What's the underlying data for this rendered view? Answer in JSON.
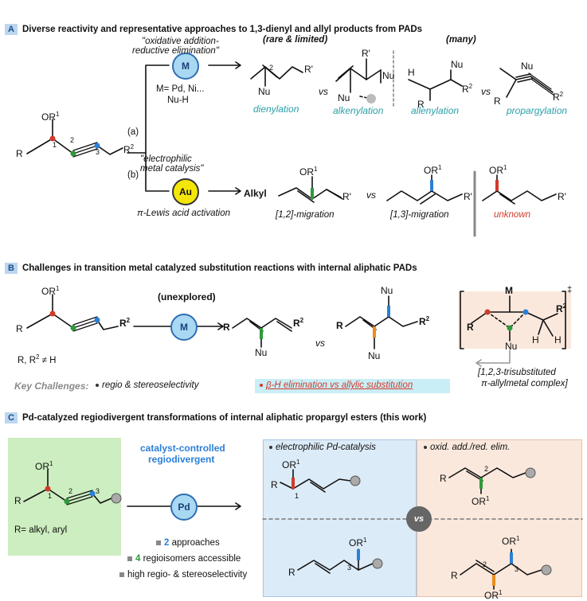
{
  "sectionA": {
    "letter": "A",
    "title": "Diverse reactivity and representative approaches to 1,3-dienyl and allyl products from PADs",
    "quote_a": "\"oxidative addition-reductive elimination\"",
    "quote_a1": "\"oxidative addition-",
    "quote_a2": "reductive elimination\"",
    "catalyst_m": "M",
    "m_def": "M= Pd, Ni...",
    "nu_h": "Nu-H",
    "path_a": "(a)",
    "path_b": "(b)",
    "rare": "(rare & limited)",
    "many": "(many)",
    "dienylation": "dienylation",
    "alkenylation": "alkenylation",
    "allenylation": "allenylation",
    "propargylation": "propargylation",
    "vs": "vs",
    "quote_b1": "\"electrophilic",
    "quote_b2": "metal catalysis\"",
    "catalyst_au": "Au",
    "lewis": "π-Lewis acid activation",
    "alkyl": "Alkyl",
    "mig12": "[1,2]-migration",
    "mig13": "[1,3]-migration",
    "unknown": "unknown",
    "or1": "OR",
    "sup1": "1",
    "R": "R",
    "R2": "R",
    "sup2": "2",
    "Rp": "R'",
    "Nu": "Nu",
    "H": "H",
    "n1": "1",
    "n2": "2",
    "n3": "3"
  },
  "sectionB": {
    "letter": "B",
    "title": "Challenges in transition metal catalyzed substitution reactions with internal aliphatic PADs",
    "unexplored": "(unexplored)",
    "catalyst_m": "M",
    "cond": "R, R",
    "cond2": " ≠ H",
    "key": "Key Challenges:",
    "regio": "regio & stereoselectivity",
    "beta": "β-H elimination vs allylic substitution",
    "complex1": "[1,2,3-trisubstituted",
    "complex2": "π-allylmetal complex]",
    "dagger": "‡"
  },
  "sectionC": {
    "letter": "C",
    "title": "Pd-catalyzed regiodivergent transformations of internal aliphatic propargyl esters (this work)",
    "catalyst_pd": "Pd",
    "ctrl1": "catalyst-controlled",
    "ctrl2": "regiodivergent",
    "r_def": "R= alkyl, aryl",
    "approaches_n": "2",
    "approaches": " approaches",
    "regio_n": "4",
    "regio_txt": " regioisomers accessible",
    "high": "high regio- & stereoselectivity",
    "electro": "electrophilic Pd-catalysis",
    "oxid": "oxid. add./red. elim.",
    "vs": "vs"
  },
  "colors": {
    "red_atom": "#d23a2a",
    "green_atom": "#2e9a3a",
    "blue_atom": "#2b7fd6",
    "orange_atom": "#f08a1c",
    "teal": "#2aa0a8",
    "c_box_left": "#dcebf8",
    "c_box_right": "#fbe8dc",
    "c_box_start": "#cdeec0",
    "b_complex": "#fbe8dc"
  }
}
